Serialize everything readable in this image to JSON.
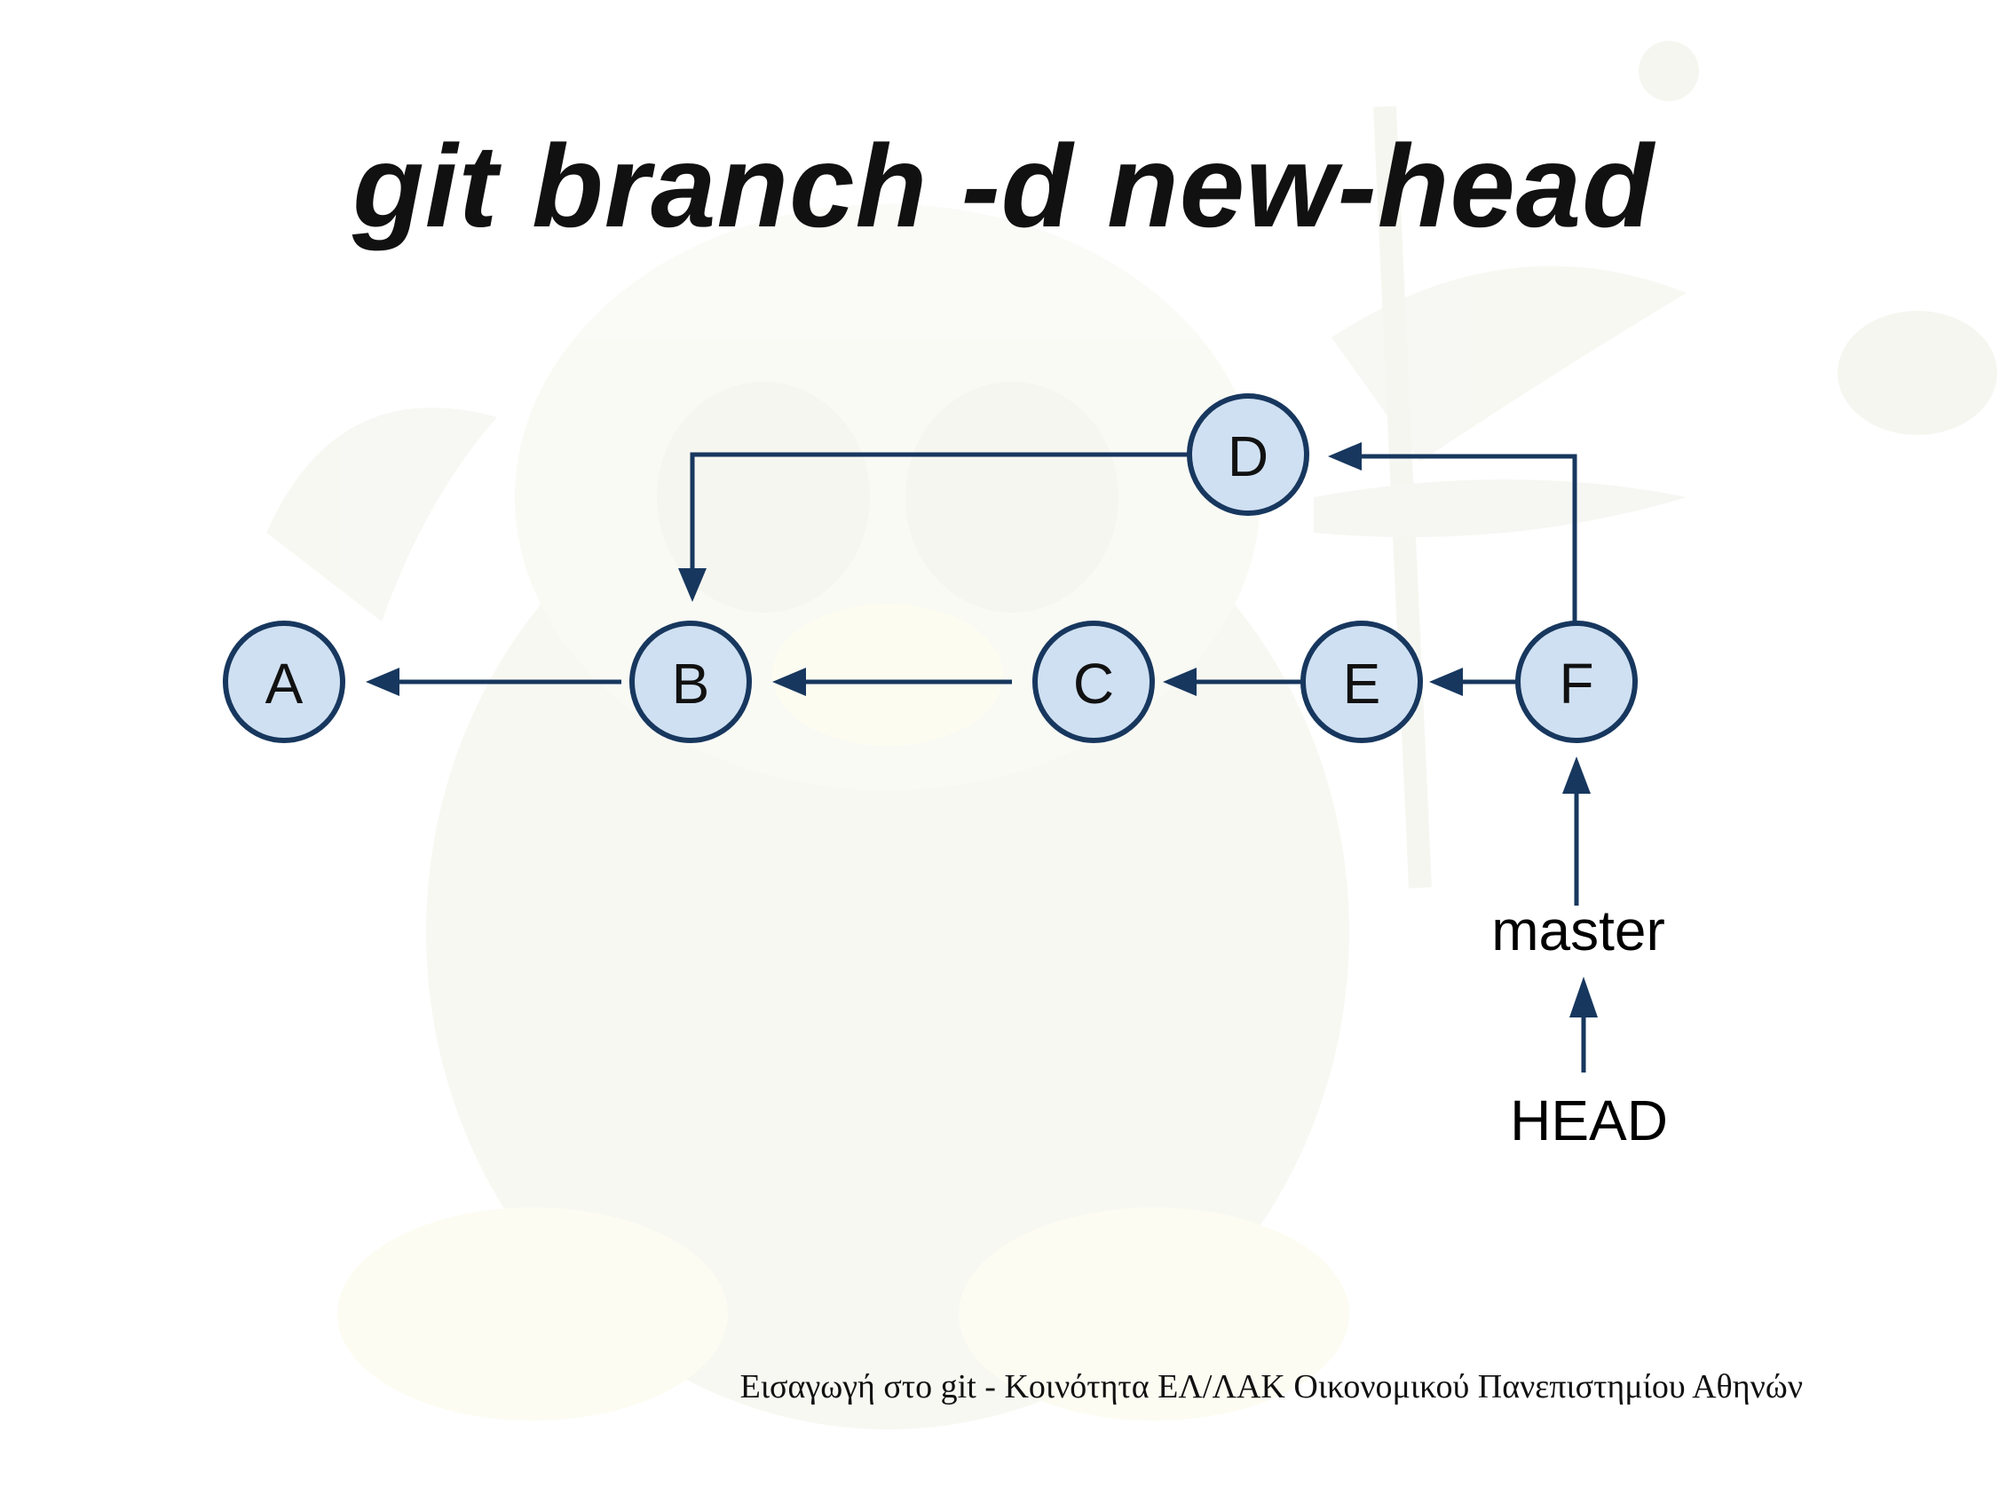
{
  "title": "git branch -d new-head",
  "nodes": [
    {
      "id": "A",
      "label": "A"
    },
    {
      "id": "B",
      "label": "B"
    },
    {
      "id": "C",
      "label": "C"
    },
    {
      "id": "D",
      "label": "D"
    },
    {
      "id": "E",
      "label": "E"
    },
    {
      "id": "F",
      "label": "F"
    }
  ],
  "edges": [
    {
      "from": "B",
      "to": "A"
    },
    {
      "from": "C",
      "to": "B"
    },
    {
      "from": "E",
      "to": "C"
    },
    {
      "from": "F",
      "to": "E"
    },
    {
      "from": "F",
      "to": "D"
    },
    {
      "from": "D",
      "to": "B"
    }
  ],
  "refs": {
    "master": {
      "label": "master",
      "points_to": "F"
    },
    "head": {
      "label": "HEAD",
      "points_to": "master"
    }
  },
  "footer": "Εισαγωγή στο git - Κοινότητα ΕΛ/ΛΑΚ Οικονομικού Πανεπιστημίου Αθηνών",
  "colors": {
    "node_fill": "#cfe0f2",
    "node_stroke": "#17375e",
    "edge": "#17375e",
    "watermark": "#f4f4ea"
  }
}
